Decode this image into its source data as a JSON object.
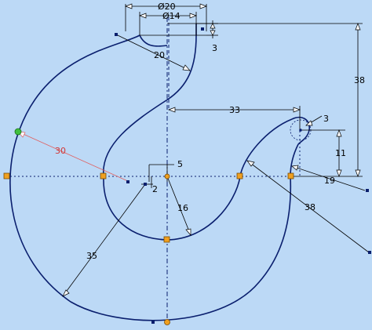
{
  "colors": {
    "background": "#bcd9f6",
    "profile": "#0a1f6e",
    "dimension": "#000000",
    "centerline": "#0a1f6e",
    "selected_dimension": "#e06060",
    "point": "#f0a020",
    "active_point": "#3fbf3f"
  },
  "dimensions": {
    "dia_outer_shank": "Ø20",
    "dia_inner_shank": "Ø14",
    "top_offset": "3",
    "radius_shank_bend": "20",
    "height_total": "38",
    "horizontal_to_tip": "33",
    "radius_tip": "3",
    "tip_height": "11",
    "radius_outer_tip": "19",
    "radius_selected": "30",
    "radius_tip_arc": "38",
    "offset_x": "5",
    "offset_y": "2",
    "radius_inner": "16",
    "radius_outer_body": "35"
  }
}
